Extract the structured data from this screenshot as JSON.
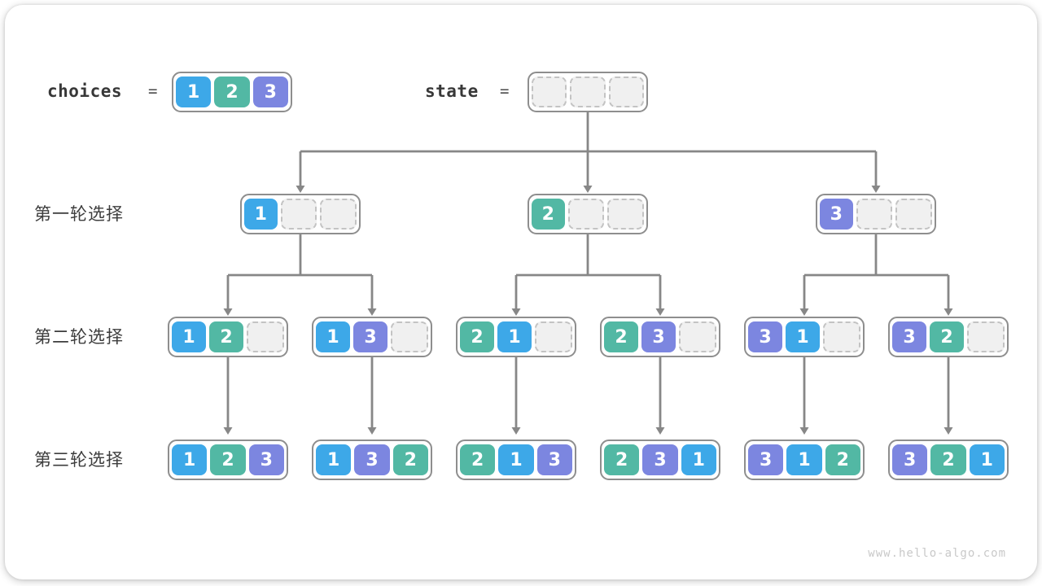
{
  "footer": "www.hello-algo.com",
  "colors": {
    "1": "#3da8e8",
    "2": "#52b8a4",
    "3": "#7c86e0"
  },
  "line_color": "#878787",
  "header": {
    "choices": {
      "label": "choices",
      "equals": "=",
      "cells": [
        1,
        2,
        3
      ]
    },
    "state": {
      "label": "state",
      "equals": "=",
      "cells": [
        null,
        null,
        null
      ]
    }
  },
  "rows": [
    {
      "label": "第一轮选择",
      "nodes": [
        [
          1,
          null,
          null
        ],
        [
          2,
          null,
          null
        ],
        [
          3,
          null,
          null
        ]
      ]
    },
    {
      "label": "第二轮选择",
      "nodes": [
        [
          1,
          2,
          null
        ],
        [
          1,
          3,
          null
        ],
        [
          2,
          1,
          null
        ],
        [
          2,
          3,
          null
        ],
        [
          3,
          1,
          null
        ],
        [
          3,
          2,
          null
        ]
      ]
    },
    {
      "label": "第三轮选择",
      "nodes": [
        [
          1,
          2,
          3
        ],
        [
          1,
          3,
          2
        ],
        [
          2,
          1,
          3
        ],
        [
          2,
          3,
          1
        ],
        [
          3,
          1,
          2
        ],
        [
          3,
          2,
          1
        ]
      ]
    }
  ]
}
